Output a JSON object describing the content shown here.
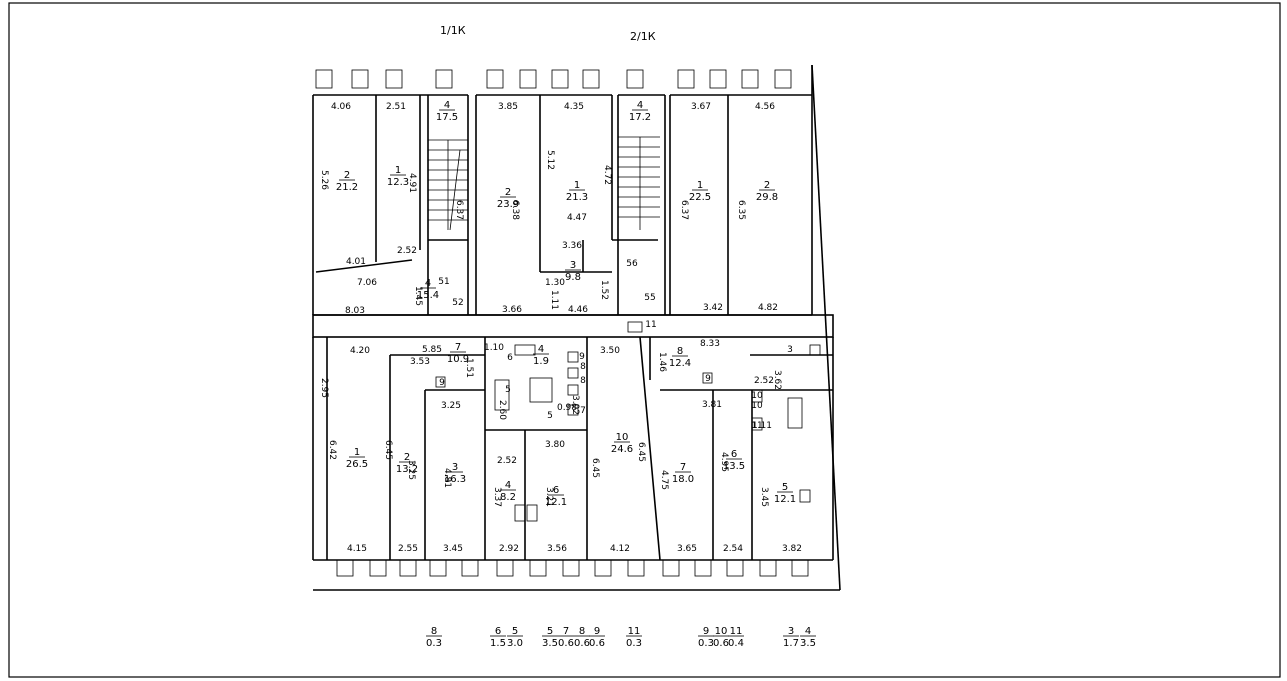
{
  "headers": [
    "1/1К",
    "2/1К"
  ],
  "rooms": [
    {
      "n": "2",
      "a": "21.2"
    },
    {
      "n": "1",
      "a": "12.3"
    },
    {
      "n": "4",
      "a": "17.5"
    },
    {
      "n": "2",
      "a": "23.9"
    },
    {
      "n": "1",
      "a": "21.3"
    },
    {
      "n": "4",
      "a": "17.2"
    },
    {
      "n": "1",
      "a": "22.5"
    },
    {
      "n": "2",
      "a": "29.8"
    },
    {
      "n": "4",
      "a": "15.4"
    },
    {
      "n": "3",
      "a": "9.8"
    },
    {
      "n": "7",
      "a": "10.9"
    },
    {
      "n": "8",
      "a": "12.4"
    },
    {
      "n": "4",
      "a": "1.9"
    },
    {
      "n": "1",
      "a": "26.5"
    },
    {
      "n": "2",
      "a": "13.2"
    },
    {
      "n": "3",
      "a": "16.3"
    },
    {
      "n": "4",
      "a": "8.2"
    },
    {
      "n": "6",
      "a": "12.1"
    },
    {
      "n": "10",
      "a": "24.6"
    },
    {
      "n": "7",
      "a": "18.0"
    },
    {
      "n": "6",
      "a": "13.5"
    },
    {
      "n": "5",
      "a": "12.1"
    }
  ],
  "dimensions": [
    "4.06",
    "2.51",
    "3.85",
    "4.35",
    "3.67",
    "4.56",
    "5.26",
    "4.91",
    "6.37",
    "6.38",
    "5.12",
    "4.72",
    "6.37",
    "6.35",
    "4.47",
    "4.01",
    "2.52",
    "7.06",
    "3.36",
    "1.30",
    "1.52",
    "1.45",
    "1.11",
    "8.03",
    "3.66",
    "4.46",
    "3.42",
    "4.82",
    "51",
    "52",
    "56",
    "55",
    "4.20",
    "5.85",
    "3.53",
    "1.51",
    "1.10",
    "3.50",
    "8.33",
    "1.46",
    "3.62",
    "2.95",
    "6.42",
    "6.45",
    "2.60",
    "3.25",
    "3.02",
    "0.98",
    "3.80",
    "2.52",
    "3.81",
    "2.52",
    "3.25",
    "6.45",
    "4.81",
    "3.37",
    "3.21",
    "6.45",
    "4.75",
    "3.45",
    "4.15",
    "2.55",
    "3.45",
    "2.92",
    "3.56",
    "4.12",
    "3.65",
    "2.54",
    "3.82",
    "4.95",
    "1.11"
  ],
  "small_marks": [
    "6",
    "5",
    "5",
    "7",
    "8",
    "9",
    "8",
    "9",
    "10",
    "11",
    "3",
    "9",
    "10",
    "11"
  ],
  "legend": [
    {
      "n": "8",
      "a": "0.3"
    },
    {
      "n": "6",
      "a": "1.5"
    },
    {
      "n": "5",
      "a": "3.0"
    },
    {
      "n": "5",
      "a": "3.5"
    },
    {
      "n": "7",
      "a": "0.6"
    },
    {
      "n": "8",
      "a": "0.6"
    },
    {
      "n": "9",
      "a": "0.6"
    },
    {
      "n": "11",
      "a": "0.3"
    },
    {
      "n": "9",
      "a": "0.3"
    },
    {
      "n": "10",
      "a": "0.6"
    },
    {
      "n": "11",
      "a": "0.4"
    },
    {
      "n": "3",
      "a": "1.7"
    },
    {
      "n": "4",
      "a": "3.5"
    }
  ]
}
